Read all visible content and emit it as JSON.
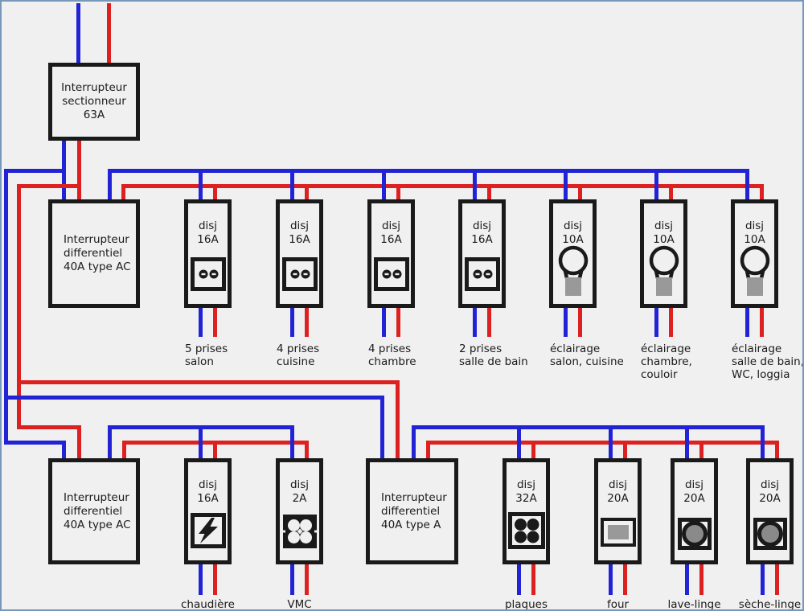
{
  "colors": {
    "wire_blue": "#2323d6",
    "wire_red": "#dd2121",
    "stroke": "#1a1a1a",
    "bg": "#f0f0f0",
    "frame": "#7898ba",
    "grey_fill": "#999999",
    "grey_dark": "#8a8a8a"
  },
  "main_switch": {
    "lines": [
      "Interrupteur",
      "sectionneur",
      "63A"
    ]
  },
  "rcd_upper": {
    "lines": [
      "Interrupteur",
      "differentiel",
      "40A type AC"
    ]
  },
  "rcd_lower_ac": {
    "lines": [
      "Interrupteur",
      "differentiel",
      "40A type AC"
    ]
  },
  "rcd_lower_a": {
    "lines": [
      "Interrupteur",
      "differentiel",
      "40A type A"
    ]
  },
  "upper_breakers": [
    {
      "type": "disj",
      "rating": "16A",
      "icon": "socket-icon",
      "label_lines": [
        "5 prises",
        "salon"
      ]
    },
    {
      "type": "disj",
      "rating": "16A",
      "icon": "socket-icon",
      "label_lines": [
        "4 prises",
        "cuisine"
      ]
    },
    {
      "type": "disj",
      "rating": "16A",
      "icon": "socket-icon",
      "label_lines": [
        "4 prises",
        "chambre"
      ]
    },
    {
      "type": "disj",
      "rating": "16A",
      "icon": "socket-icon",
      "label_lines": [
        "2 prises",
        "salle de bain"
      ]
    },
    {
      "type": "disj",
      "rating": "10A",
      "icon": "lamp-icon",
      "label_lines": [
        "éclairage",
        "salon, cuisine"
      ]
    },
    {
      "type": "disj",
      "rating": "10A",
      "icon": "lamp-icon",
      "label_lines": [
        "éclairage",
        "chambre,",
        "couloir"
      ]
    },
    {
      "type": "disj",
      "rating": "10A",
      "icon": "lamp-icon",
      "label_lines": [
        "éclairage",
        "salle de bain,",
        "WC, loggia"
      ]
    }
  ],
  "lower_breakers": [
    {
      "type": "disj",
      "rating": "16A",
      "icon": "lightning-icon",
      "label": "chaudière"
    },
    {
      "type": "disj",
      "rating": "2A",
      "icon": "fan-icon",
      "label": "VMC"
    },
    {
      "type": "disj",
      "rating": "32A",
      "icon": "cooktop-icon",
      "label": "plaques"
    },
    {
      "type": "disj",
      "rating": "20A",
      "icon": "oven-icon",
      "label": "four"
    },
    {
      "type": "disj",
      "rating": "20A",
      "icon": "drum-icon",
      "label": "lave-linge"
    },
    {
      "type": "disj",
      "rating": "20A",
      "icon": "drum-icon",
      "label": "sèche-linge"
    }
  ]
}
